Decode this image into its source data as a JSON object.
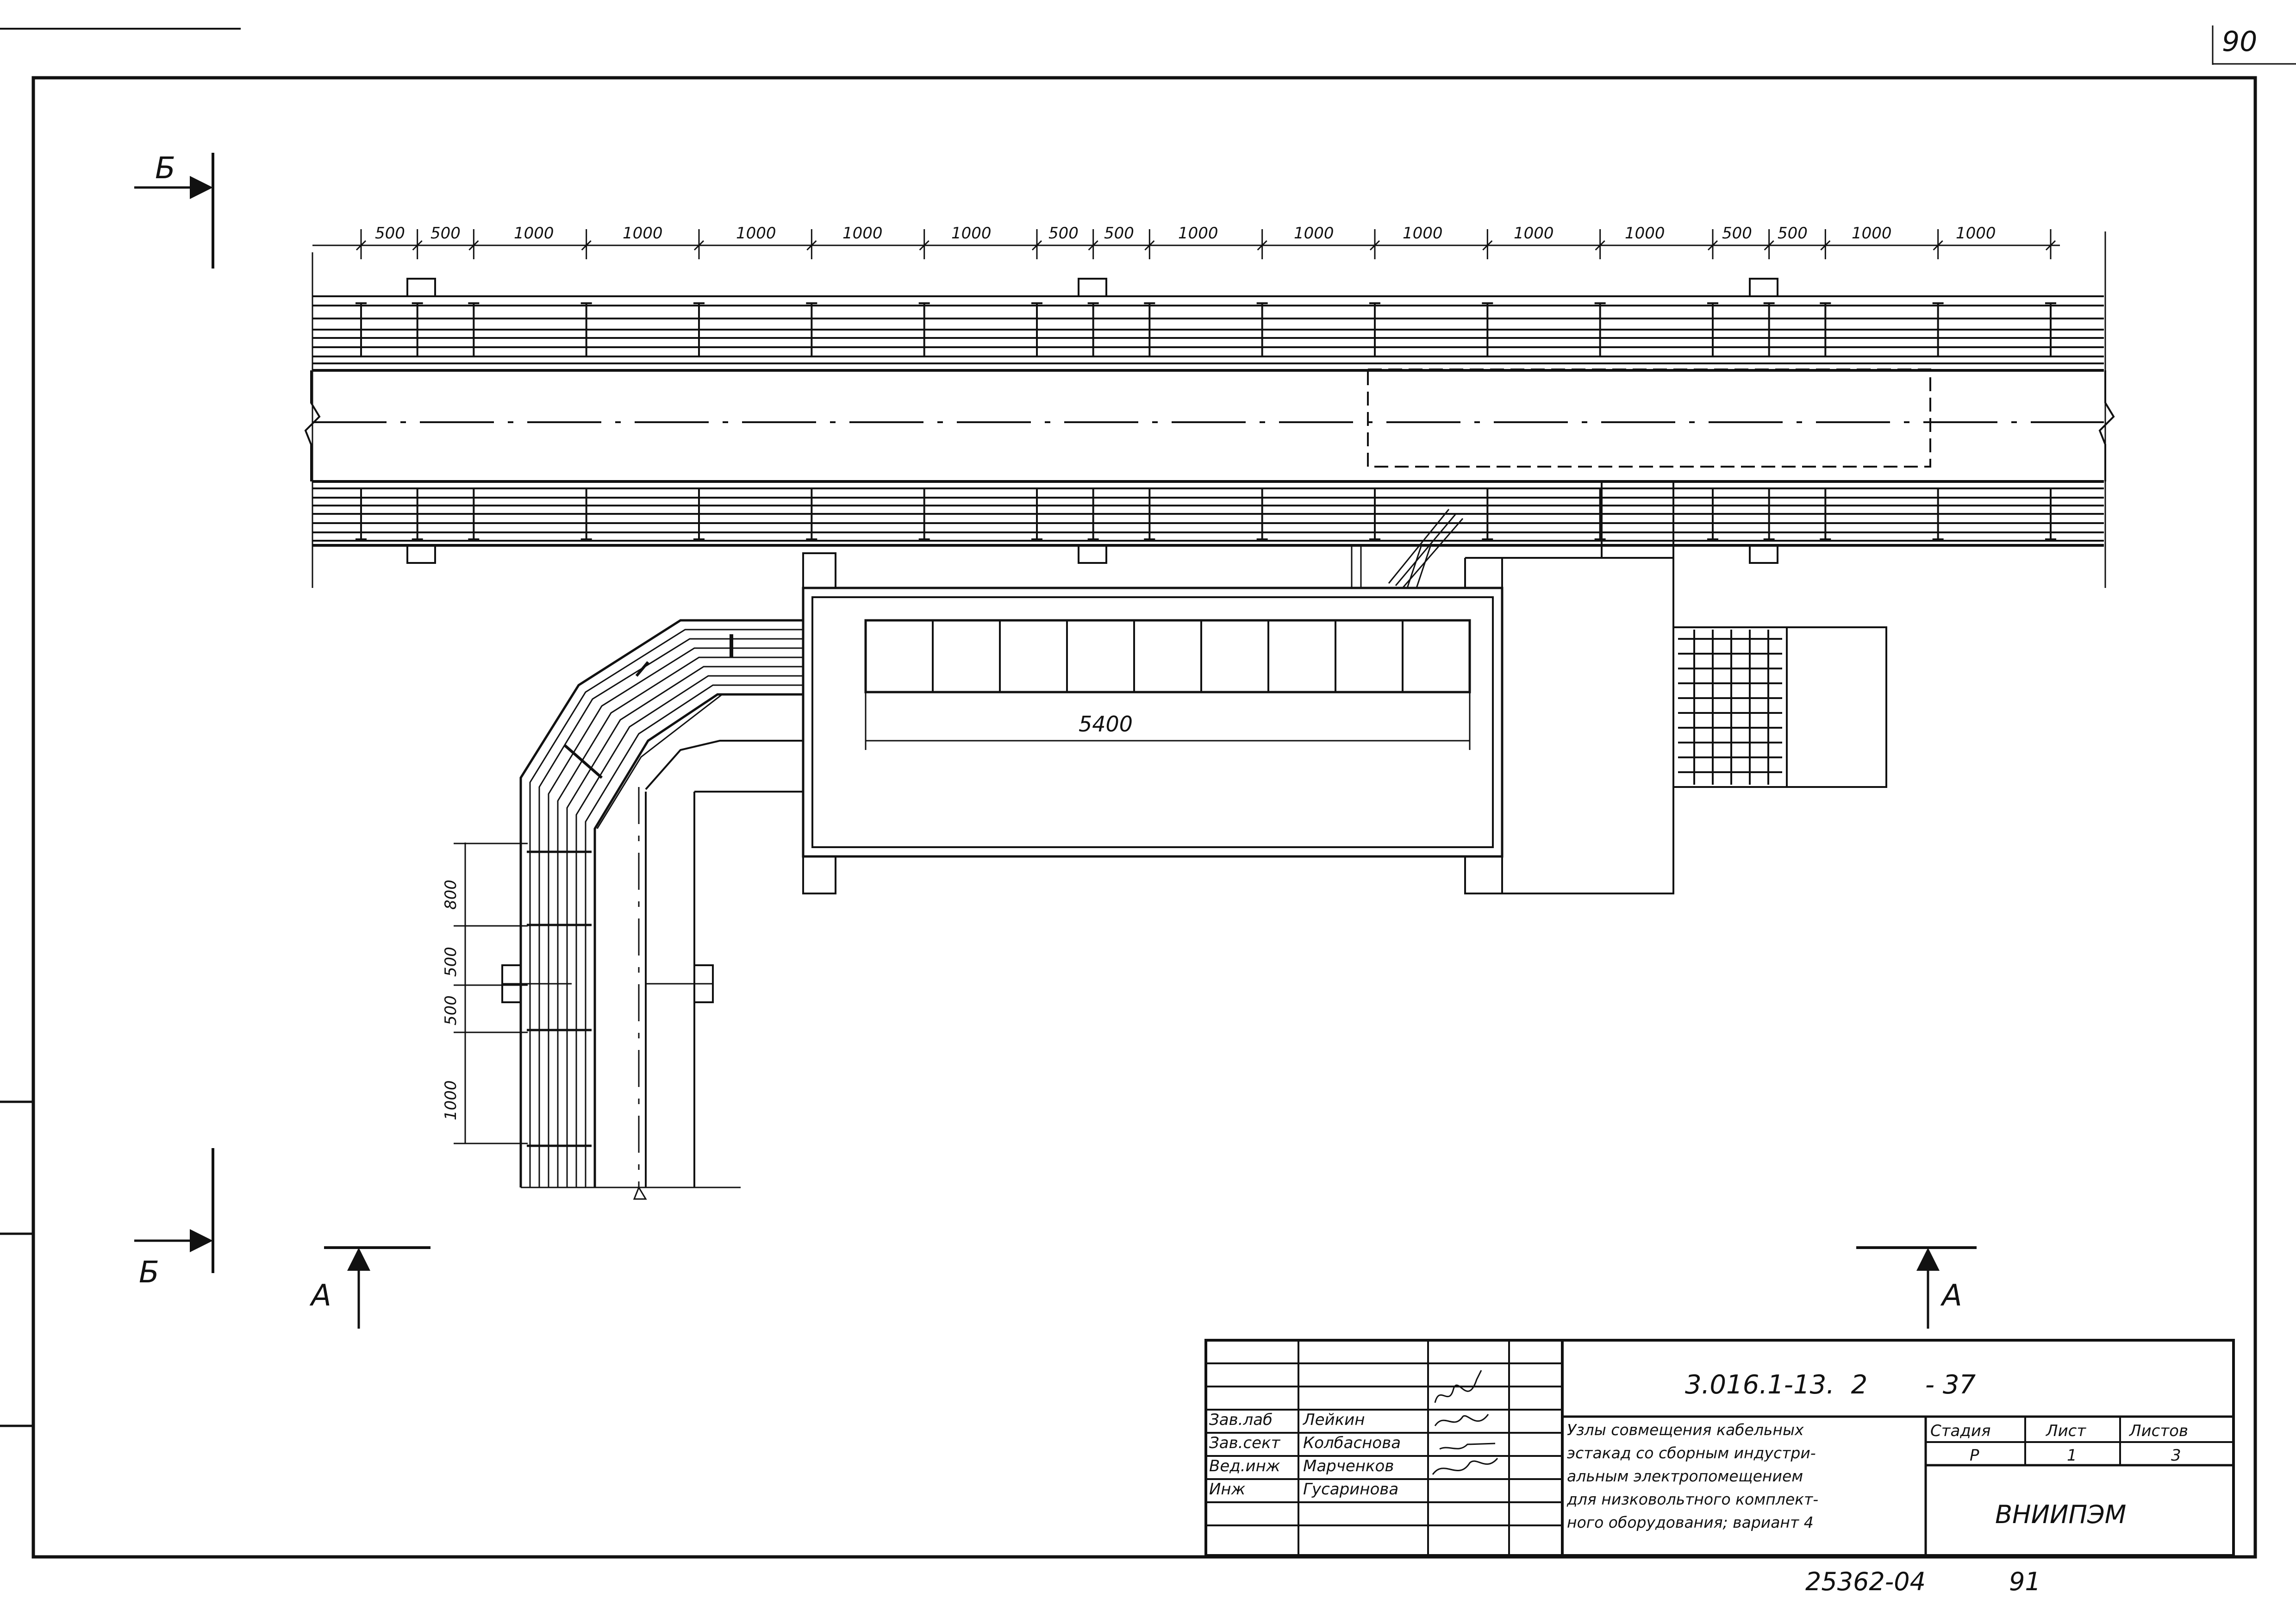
{
  "page_number": "90",
  "section_marks": {
    "b_label": "Б",
    "a_label": "А"
  },
  "plan": {
    "top_dimensions": [
      "500",
      "500",
      "1000",
      "1000",
      "1000",
      "1000",
      "1000",
      "500",
      "500",
      "1000",
      "1000",
      "1000",
      "1000",
      "1000",
      "500",
      "500",
      "1000",
      "1000"
    ],
    "room_length": "5400",
    "side_dimensions": [
      "800",
      "500",
      "500",
      "1000"
    ]
  },
  "title_block": {
    "document_code": "3.016.1-13.  2       - 37",
    "title_lines": [
      "Узлы совмещения кабельных",
      "эстакад со сборным индустри-",
      "альным электропомещением",
      "для низковольтного комплект-",
      "ного оборудования; вариант 4"
    ],
    "roles": [
      {
        "position": "Зав.лаб",
        "name": "Лейкин"
      },
      {
        "position": "Зав.сект",
        "name": "Колбаснова"
      },
      {
        "position": "Вед.инж",
        "name": "Марченков"
      },
      {
        "position": "Инж",
        "name": "Гусаринова"
      }
    ],
    "stage_header": "Стадия",
    "sheet_header": "Лист",
    "sheets_header": "Листов",
    "stage": "Р",
    "sheet": "1",
    "sheets": "3",
    "organization": "ВНИИПЭМ"
  },
  "bottom_number": "25362-04",
  "bottom_page": "91"
}
